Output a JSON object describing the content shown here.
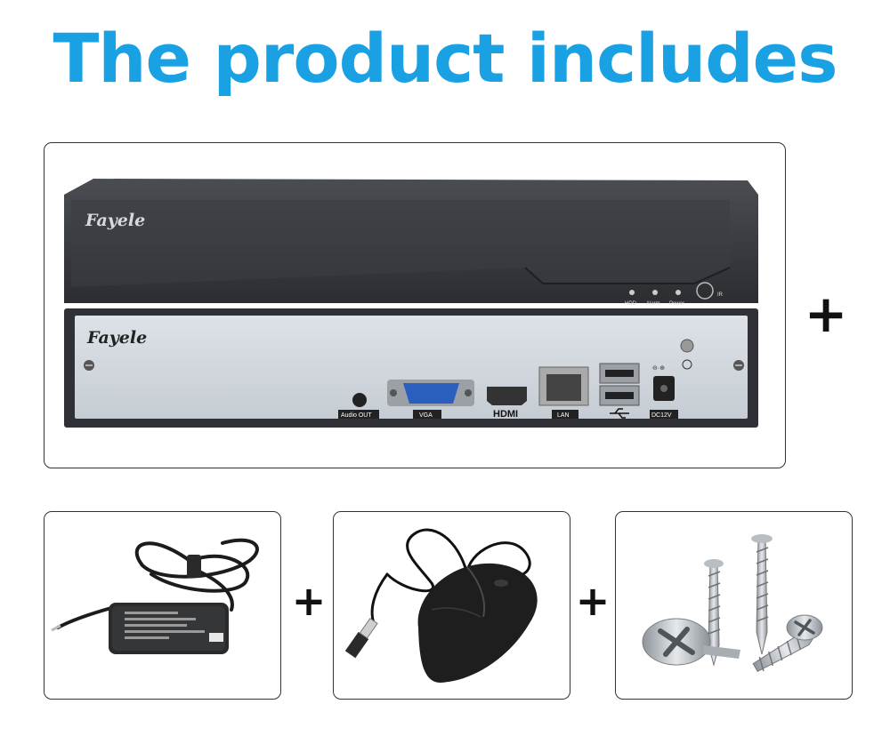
{
  "heading": {
    "text": "The product includes",
    "color": "#1aa1e4"
  },
  "plus_sign": "+",
  "nvr": {
    "brand": "Fayele",
    "front_leds": [
      "HDD",
      "Alarm",
      "Power"
    ],
    "front_ir": "IR",
    "ports": {
      "audio": "Audio OUT",
      "vga": "VGA",
      "hdmi": "HDMI",
      "lan": "LAN",
      "usb": "USB",
      "power": "DC12V"
    }
  },
  "icons": {
    "nvr": "nvr-recorder-image",
    "adapter": "power-adapter-image",
    "mouse": "usb-mouse-image",
    "screws": "screws-image"
  }
}
